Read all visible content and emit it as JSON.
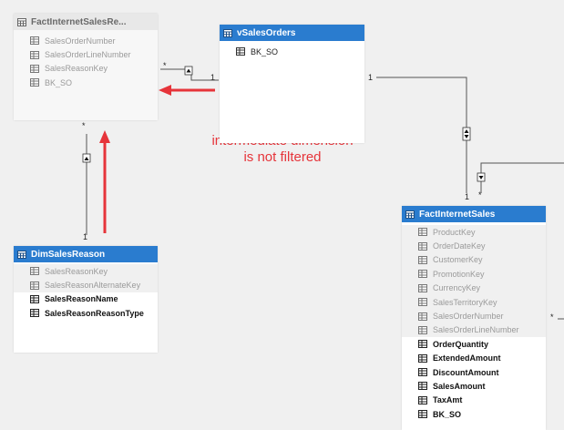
{
  "tables": {
    "fact_reason": {
      "title": "FactInternetSalesRe...",
      "columns": [
        "SalesOrderNumber",
        "SalesOrderLineNumber",
        "SalesReasonKey",
        "BK_SO"
      ]
    },
    "vsales": {
      "title": "vSalesOrders",
      "columns": [
        "BK_SO"
      ]
    },
    "dim_reason": {
      "title": "DimSalesReason",
      "columns": [
        "SalesReasonKey",
        "SalesReasonAlternateKey",
        "SalesReasonName",
        "SalesReasonReasonType"
      ]
    },
    "fact_sales": {
      "title": "FactInternetSales",
      "columns": [
        "ProductKey",
        "OrderDateKey",
        "CustomerKey",
        "PromotionKey",
        "CurrencyKey",
        "SalesTerritoryKey",
        "SalesOrderNumber",
        "SalesOrderLineNumber",
        "OrderQuantity",
        "ExtendedAmount",
        "DiscountAmount",
        "SalesAmount",
        "TaxAmt",
        "BK_SO"
      ]
    }
  },
  "cardinality": {
    "star": "*",
    "one": "1"
  },
  "annotation": {
    "line1": "intermediate dimension",
    "line2": "is not filtered"
  },
  "colors": {
    "header_active": "#2a7ccf",
    "arrow": "#e6343a",
    "line": "#555555"
  }
}
